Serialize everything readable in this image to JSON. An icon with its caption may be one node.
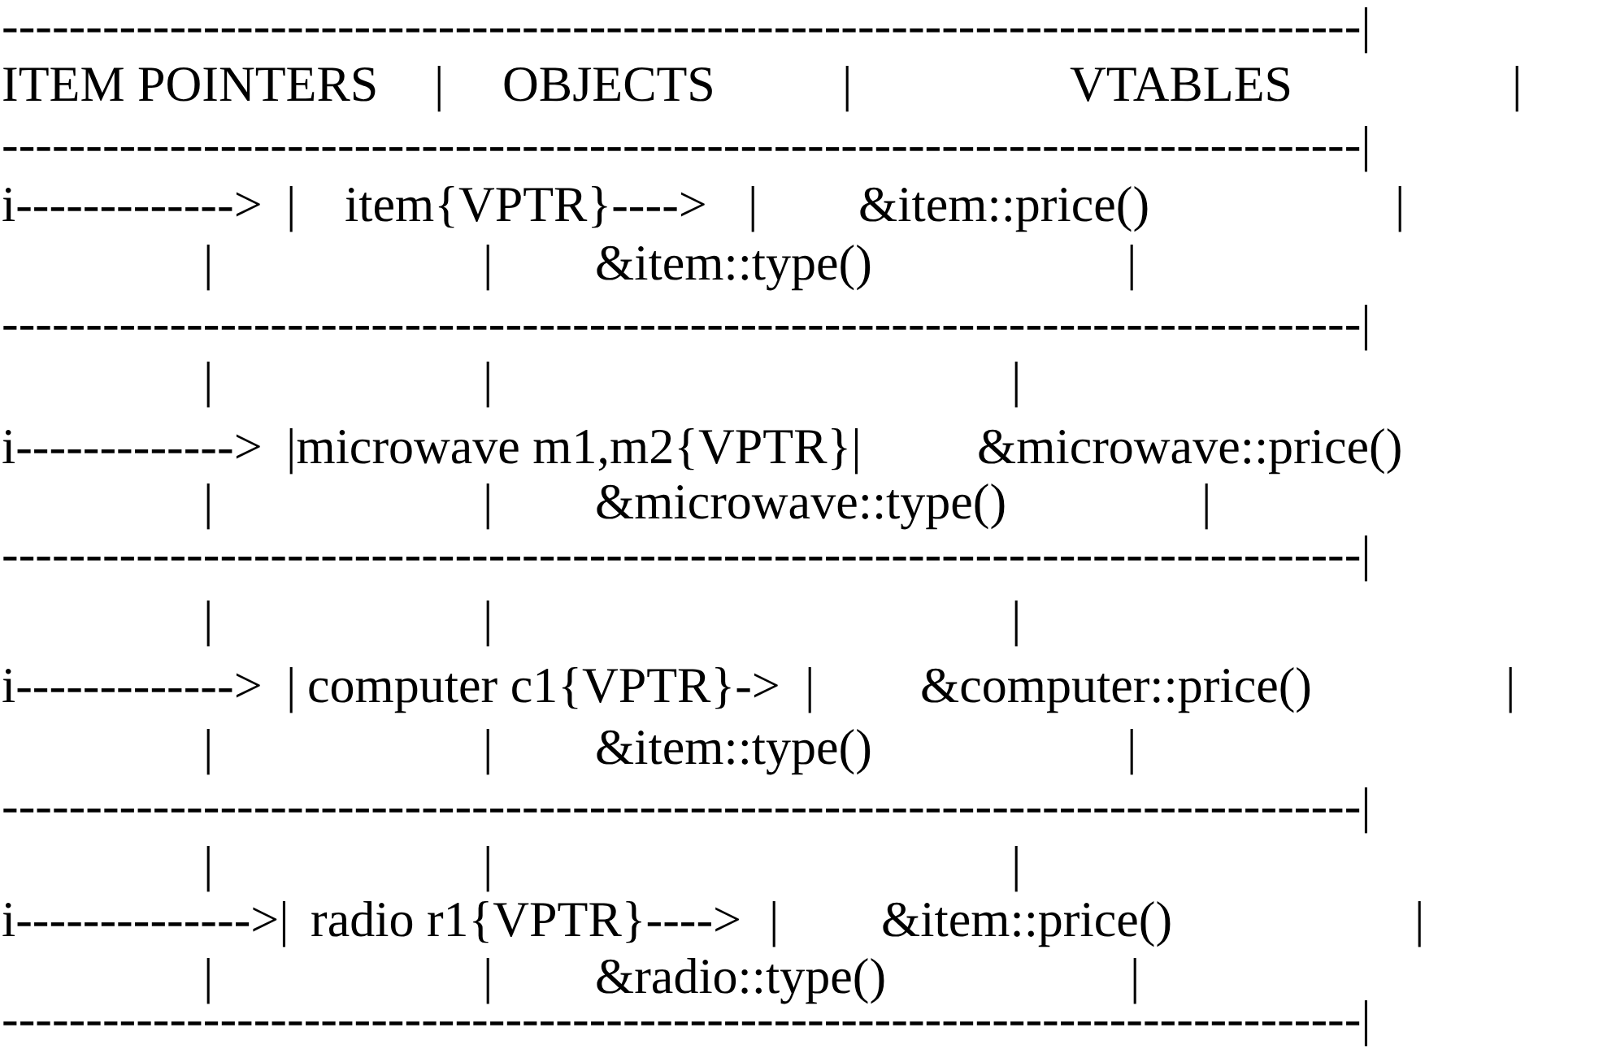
{
  "diagram": {
    "labels": [
      "---------------------------------------------------------------------------------|",
      "ITEM POINTERS",
      "|",
      "OBJECTS",
      "|",
      "VTABLES",
      "|",
      "---------------------------------------------------------------------------------|",
      "i------------->",
      "|",
      "item{VPTR}---->",
      "|",
      "&item::price()",
      "|",
      "|",
      "|",
      "&item::type()",
      "|",
      "---------------------------------------------------------------------------------|",
      "|",
      "|",
      "|",
      "i------------->",
      "|microwave m1,m2{VPTR}|",
      "&microwave::price()",
      "|",
      "|",
      "&microwave::type()",
      "|",
      "---------------------------------------------------------------------------------|",
      "|",
      "|",
      "|",
      "i------------->",
      "|",
      "computer c1{VPTR}->",
      "|",
      "&computer::price()",
      "|",
      "|",
      "|",
      "&item::type()",
      "|",
      "---------------------------------------------------------------------------------|",
      "|",
      "|",
      "|",
      "i-------------->|",
      "radio r1{VPTR}---->",
      "|",
      "&item::price()",
      "|",
      "|",
      "|",
      "&radio::type()",
      "|",
      "---------------------------------------------------------------------------------|"
    ]
  }
}
